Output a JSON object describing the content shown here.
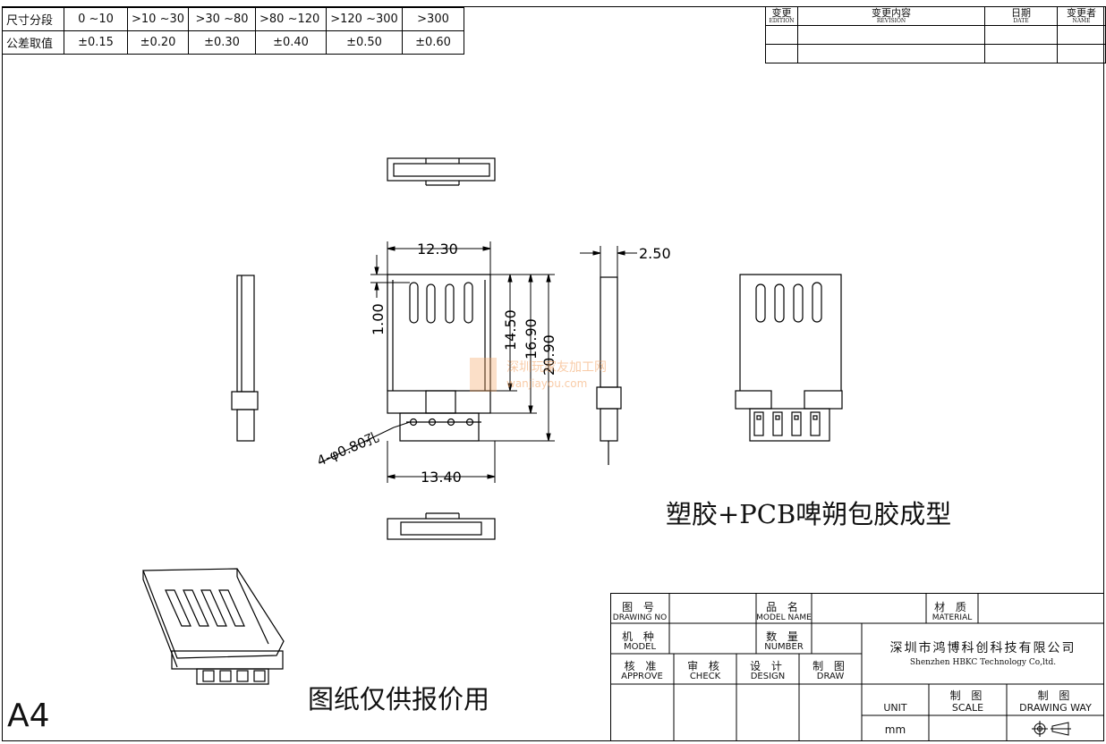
{
  "tolerance_table": {
    "row1_label": "尺寸分段",
    "row2_label": "公差取值",
    "ranges": [
      "0 ~10",
      ">10 ~30",
      ">30 ~80",
      ">80 ~120",
      ">120 ~300",
      ">300"
    ],
    "values": [
      "±0.15",
      "±0.20",
      "±0.30",
      "±0.40",
      "±0.50",
      "±0.60"
    ]
  },
  "revision_table": {
    "headers": [
      {
        "cn": "变更",
        "en": "EDITION"
      },
      {
        "cn": "变更内容",
        "en": "REVISION"
      },
      {
        "cn": "日期",
        "en": "DATE"
      },
      {
        "cn": "变更者",
        "en": "NAME"
      }
    ]
  },
  "dimensions": {
    "top_width": "12.30",
    "thickness": "2.50",
    "pad_length": "1.00",
    "h1": "14.50",
    "h2": "16.90",
    "h3": "20.90",
    "bottom_width": "13.40",
    "holes": "4-φ0.80孔"
  },
  "watermark": {
    "cn": "深圳玩家友加工网",
    "url": "wanjiayou.com"
  },
  "process_note": "塑胶+PCB啤朔包胶成型",
  "quote_note": "图纸仅供报价用",
  "sheet_size": "A4",
  "title_block": {
    "drawing_no": {
      "cn": "图 号",
      "en": "DRAWING NO"
    },
    "model_name": {
      "cn": "品 名",
      "en": "MODEL NAME"
    },
    "material": {
      "cn": "材 质",
      "en": "MATERIAL"
    },
    "model": {
      "cn": "机 种",
      "en": "MODEL"
    },
    "number": {
      "cn": "数 量",
      "en": "NUMBER"
    },
    "approve": {
      "cn": "核 准",
      "en": "APPROVE"
    },
    "check": {
      "cn": "审 核",
      "en": "CHECK"
    },
    "design": {
      "cn": "设 计",
      "en": "DESIGN"
    },
    "draw": {
      "cn": "制 图",
      "en": "DRAW"
    },
    "company_cn": "深圳市鸿博科创科技有限公司",
    "company_en": "Shenzhen HBKC Technology Co,ltd.",
    "unit": "UNIT",
    "unit_value": "mm",
    "scale": {
      "cn": "制 图",
      "en": "SCALE"
    },
    "drawing_way": {
      "cn": "制 图",
      "en": "DRAWING WAY"
    }
  }
}
